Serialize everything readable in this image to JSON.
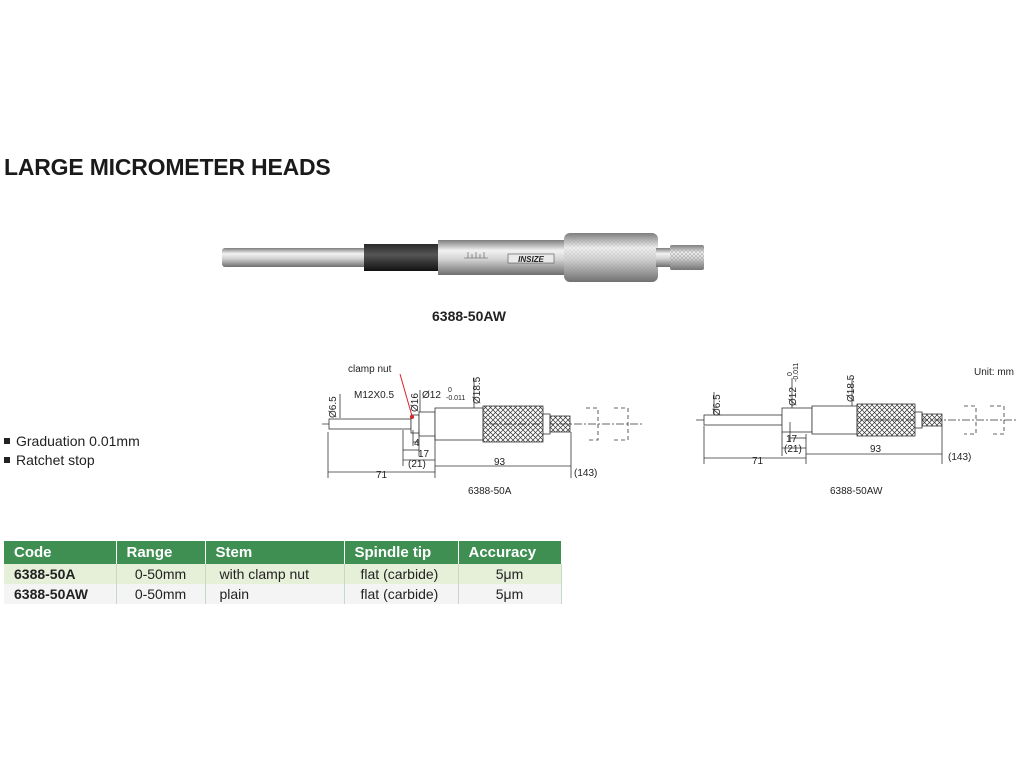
{
  "page": {
    "title": "LARGE MICROMETER HEADS",
    "photo_caption": "6388-50AW",
    "brand": "INSIZE",
    "unit": "Unit: mm",
    "features": [
      "Graduation 0.01mm",
      "Ratchet stop"
    ]
  },
  "drawing_a": {
    "caption": "6388-50A",
    "clamp_nut": "clamp nut",
    "thread": "M12X0.5",
    "d_spindle": "Ø6.5",
    "d_nut": "Ø16",
    "d_stem": "Ø12",
    "d_stem_tol": "-0.011",
    "d_stem_tol_top": "0",
    "d_thimble": "Ø18.5",
    "dim_4": "4",
    "dim_17": "17",
    "dim_21": "(21)",
    "dim_71": "71",
    "dim_93": "93",
    "dim_143": "(143)"
  },
  "drawing_aw": {
    "caption": "6388-50AW",
    "d_spindle": "Ø6.5",
    "d_stem": "Ø12",
    "d_stem_tol": "-0.011",
    "d_stem_tol_top": "0",
    "d_thimble": "Ø18.5",
    "dim_17": "17",
    "dim_21": "(21)",
    "dim_71": "71",
    "dim_93": "93",
    "dim_143": "(143)"
  },
  "table": {
    "headers": [
      "Code",
      "Range",
      "Stem",
      "Spindle tip",
      "Accuracy"
    ],
    "rows": [
      [
        "6388-50A",
        "0-50mm",
        "with clamp nut",
        "flat (carbide)",
        "5μm"
      ],
      [
        "6388-50AW",
        "0-50mm",
        "plain",
        "flat (carbide)",
        "5μm"
      ]
    ]
  },
  "colors": {
    "header_green": "#3f8f53",
    "row_green": "#e6efd8",
    "row_grey": "#f4f4f4",
    "clamp_red": "#d8232a"
  }
}
